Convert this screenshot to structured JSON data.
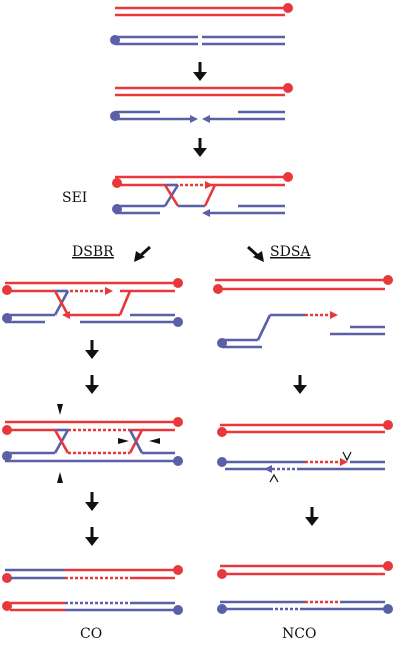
{
  "labels": {
    "sei": "SEI",
    "dsbr": "DSBR",
    "sdsa": "SDSA",
    "co": "CO",
    "nco": "NCO"
  },
  "colors": {
    "red_strand": "#e8383b",
    "blue_strand": "#5b5fa8",
    "arrow": "#111111"
  }
}
